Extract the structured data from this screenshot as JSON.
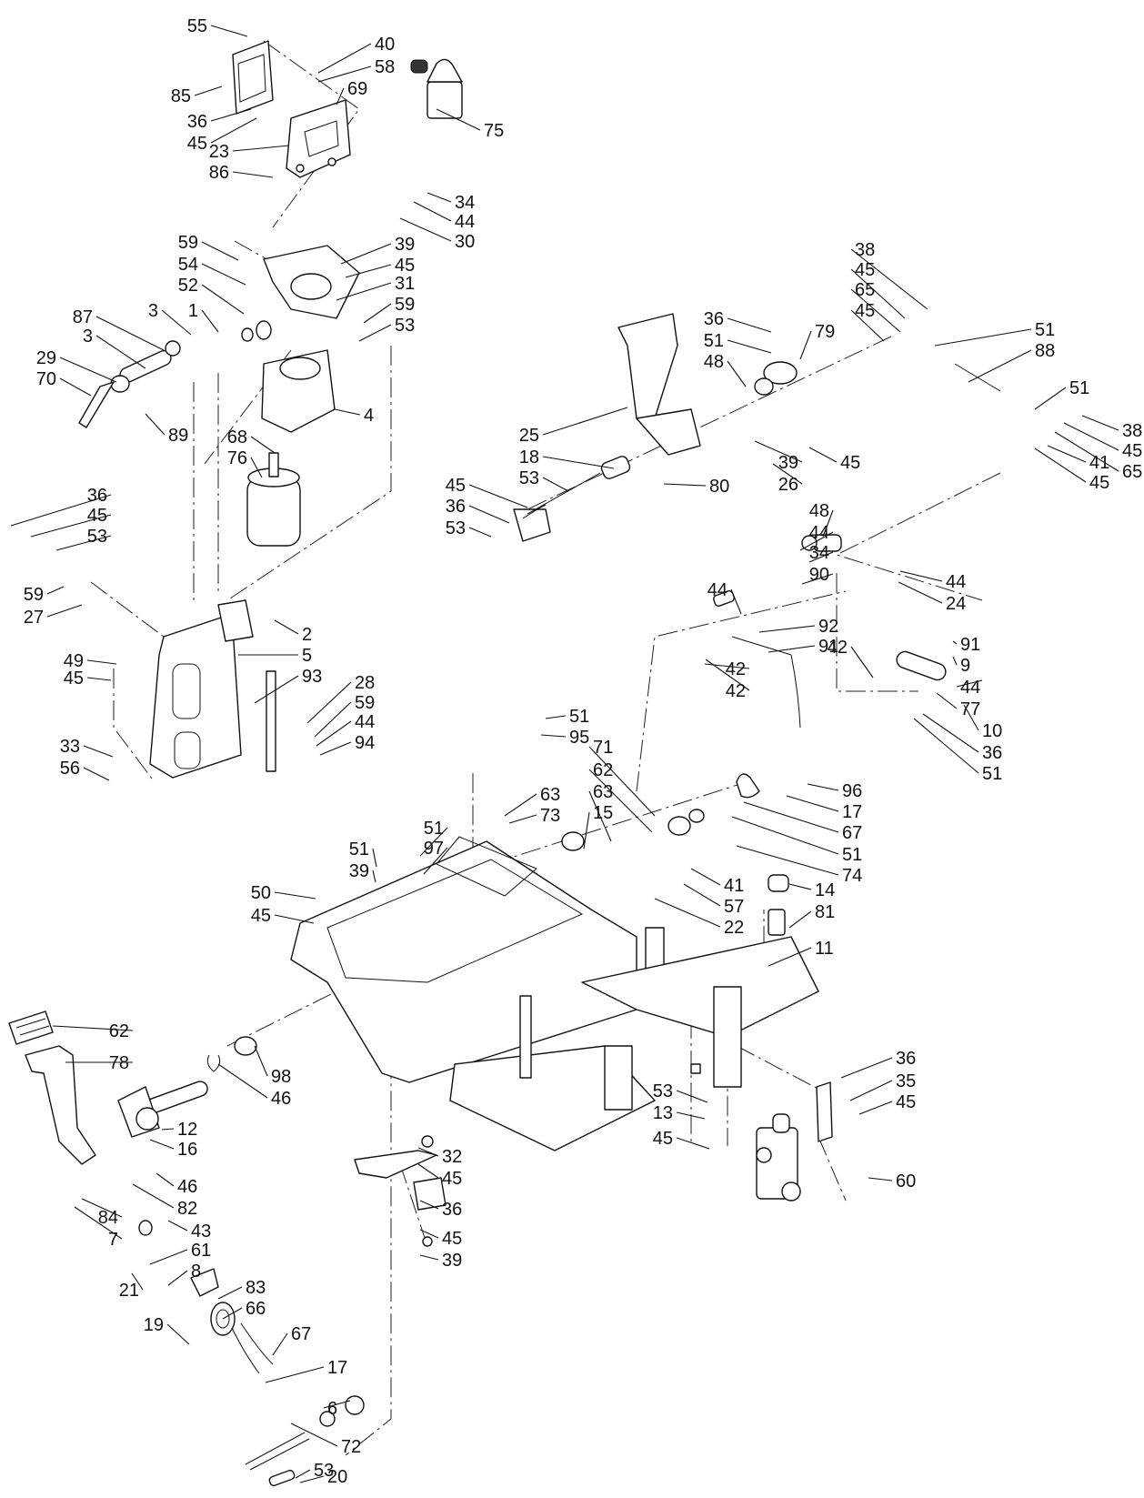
{
  "diagram": {
    "part_labels": [
      "55",
      "85",
      "40",
      "58",
      "69",
      "36",
      "45",
      "23",
      "86",
      "75",
      "34",
      "44",
      "30",
      "59",
      "39",
      "45",
      "54",
      "31",
      "52",
      "59",
      "53",
      "87",
      "3",
      "1",
      "3",
      "29",
      "70",
      "89",
      "4",
      "68",
      "76",
      "36",
      "45",
      "53",
      "59",
      "27",
      "2",
      "5",
      "49",
      "45",
      "93",
      "28",
      "59",
      "44",
      "94",
      "33",
      "56",
      "38",
      "45",
      "65",
      "45",
      "36",
      "51",
      "79",
      "48",
      "51",
      "88",
      "51",
      "38",
      "45",
      "65",
      "45",
      "41",
      "45",
      "39",
      "26",
      "25",
      "18",
      "53",
      "45",
      "36",
      "53",
      "80",
      "48",
      "44",
      "34",
      "90",
      "44",
      "24",
      "44",
      "92",
      "91",
      "42",
      "42",
      "91",
      "9",
      "42",
      "44",
      "77",
      "10",
      "36",
      "51",
      "51",
      "95",
      "63",
      "73",
      "71",
      "62",
      "63",
      "15",
      "96",
      "17",
      "67",
      "51",
      "74",
      "51",
      "97",
      "51",
      "39",
      "50",
      "45",
      "41",
      "57",
      "22",
      "14",
      "81",
      "11",
      "62",
      "78",
      "98",
      "46",
      "12",
      "16",
      "46",
      "82",
      "84",
      "7",
      "43",
      "61",
      "8",
      "21",
      "83",
      "66",
      "19",
      "67",
      "17",
      "6",
      "72",
      "53",
      "20",
      "32",
      "45",
      "36",
      "45",
      "39",
      "53",
      "13",
      "45",
      "36",
      "35",
      "45",
      "60"
    ]
  }
}
